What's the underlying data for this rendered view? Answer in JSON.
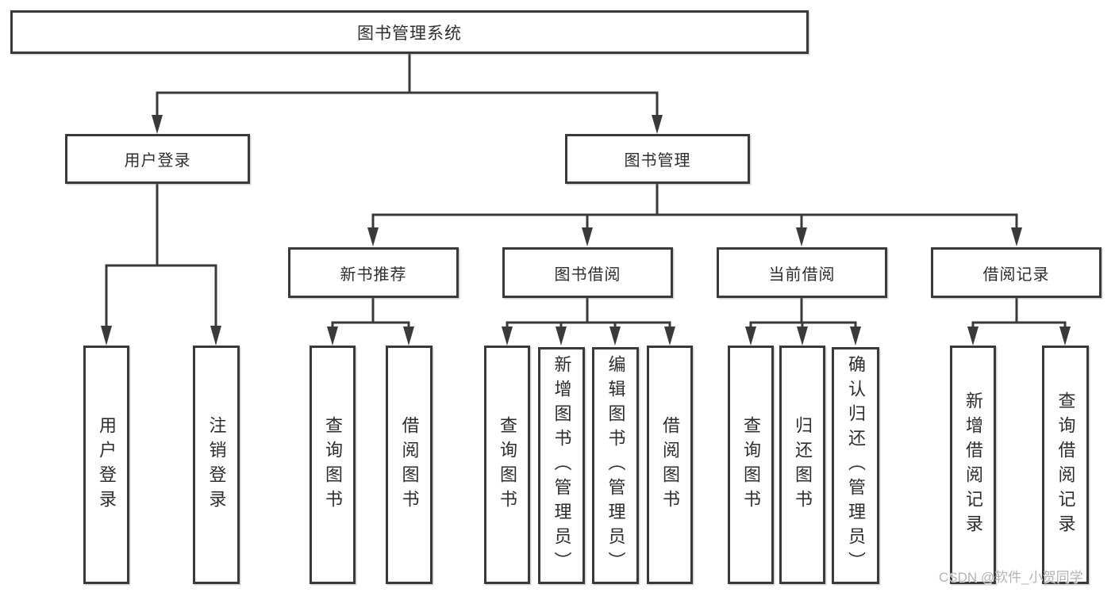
{
  "diagram": {
    "title": "图书管理系统",
    "user_login": {
      "label": "用户登录",
      "children": {
        "login": "用户登录",
        "logout": "注销登录"
      }
    },
    "book_management": {
      "label": "图书管理",
      "new_book_recommend": {
        "label": "新书推荐",
        "children": {
          "query_book": "查询图书",
          "borrow_book": "借阅图书"
        }
      },
      "book_borrow": {
        "label": "图书借阅",
        "children": {
          "query_book": "查询图书",
          "add_book": "新增图书（管理员）",
          "edit_book": "编辑图书（管理员）",
          "borrow_book": "借阅图书"
        }
      },
      "current_borrow": {
        "label": "当前借阅",
        "children": {
          "query_book": "查询图书",
          "return_book": "归还图书",
          "confirm_return": "确认归还（管理员）"
        }
      },
      "borrow_record": {
        "label": "借阅记录",
        "children": {
          "add_record": "新增借阅记录",
          "query_record": "查询借阅记录"
        }
      }
    }
  },
  "watermark": "CSDN @软件_小贺同学",
  "colors": {
    "line": "#3a3a3a",
    "text": "#2d2d2d",
    "background": "#ffffff",
    "watermark": "#b3b3b3"
  }
}
